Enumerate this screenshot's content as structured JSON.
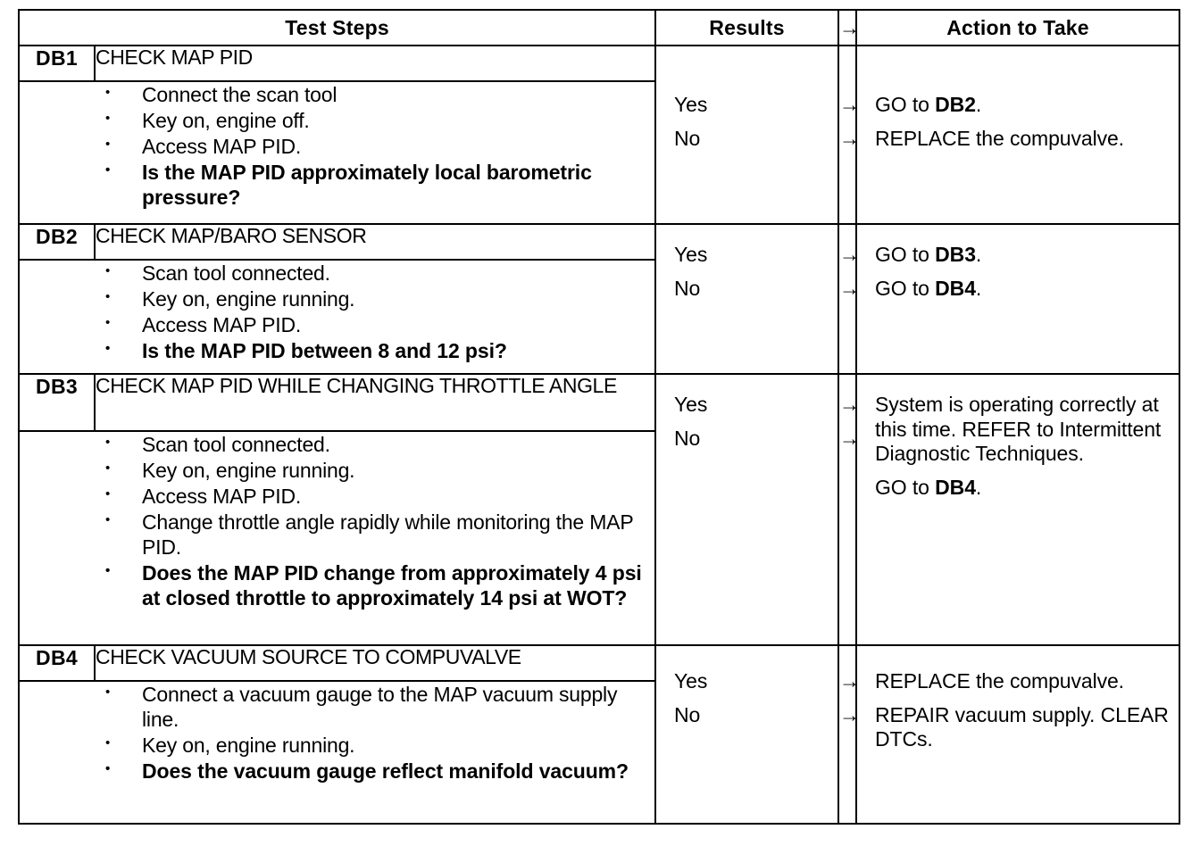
{
  "table": {
    "headers": {
      "test_steps": "Test Steps",
      "results": "Results",
      "results_arrow": "→",
      "action_to_take": "Action to Take"
    },
    "arrow_glyph": "→",
    "bullet_glyph": "•",
    "sections": [
      {
        "id": "DB1",
        "title": "CHECK MAP PID",
        "steps": [
          {
            "text": "Connect the scan tool",
            "bold": false
          },
          {
            "text": "Key on, engine off.",
            "bold": false
          },
          {
            "text": "Access MAP PID.",
            "bold": false
          },
          {
            "text": "Is the MAP PID approximately local barometric  pressure?",
            "bold": true
          }
        ],
        "outcomes": [
          {
            "result": "Yes",
            "arrow": "→",
            "action_prefix": "GO to ",
            "action_bold": "DB2",
            "action_suffix": "."
          },
          {
            "result": "No",
            "arrow": "→",
            "action_prefix": "REPLACE the compuvalve.",
            "action_bold": "",
            "action_suffix": ""
          }
        ]
      },
      {
        "id": "DB2",
        "title": "CHECK MAP/BARO SENSOR",
        "steps": [
          {
            "text": "Scan tool connected.",
            "bold": false
          },
          {
            "text": "Key on, engine running.",
            "bold": false
          },
          {
            "text": "Access MAP PID.",
            "bold": false
          },
          {
            "text": "Is the MAP PID between 8 and 12 psi?",
            "bold": true
          }
        ],
        "outcomes": [
          {
            "result": "Yes",
            "arrow": "→",
            "action_prefix": "GO to ",
            "action_bold": "DB3",
            "action_suffix": "."
          },
          {
            "result": "No",
            "arrow": "→",
            "action_prefix": "GO to ",
            "action_bold": "DB4",
            "action_suffix": "."
          }
        ]
      },
      {
        "id": "DB3",
        "title": "CHECK MAP PID WHILE CHANGING THROTTLE ANGLE",
        "steps": [
          {
            "text": "Scan tool connected.",
            "bold": false
          },
          {
            "text": "Key on, engine running.",
            "bold": false
          },
          {
            "text": "Access MAP PID.",
            "bold": false
          },
          {
            "text": "Change throttle angle rapidly while monitoring the MAP PID.",
            "bold": false
          },
          {
            "text": "Does the MAP PID change from approximately 4 psi at closed throttle to approximately 14 psi at WOT?",
            "bold": true
          }
        ],
        "outcomes": [
          {
            "result": "Yes",
            "arrow": "→",
            "action_prefix": "System is operating correctly at this time. REFER to Intermittent Diagnostic  Techniques.",
            "action_bold": "",
            "action_suffix": ""
          },
          {
            "result": "No",
            "arrow": "→",
            "action_prefix": "GO to ",
            "action_bold": "DB4",
            "action_suffix": "."
          }
        ]
      },
      {
        "id": "DB4",
        "title": "CHECK VACUUM SOURCE TO COMPUVALVE",
        "steps": [
          {
            "text": "Connect a vacuum gauge to the MAP vacuum supply line.",
            "bold": false
          },
          {
            "text": "Key on, engine running.",
            "bold": false
          },
          {
            "text": "Does the vacuum gauge reflect manifold vacuum?",
            "bold": true
          }
        ],
        "outcomes": [
          {
            "result": "Yes",
            "arrow": "→",
            "action_prefix": "REPLACE the compuvalve.",
            "action_bold": "",
            "action_suffix": ""
          },
          {
            "result": "No",
            "arrow": "→",
            "action_prefix": "REPAIR vacuum supply. CLEAR DTCs.",
            "action_bold": "",
            "action_suffix": ""
          }
        ]
      }
    ]
  },
  "colors": {
    "ink": "#000000",
    "paper": "#ffffff"
  }
}
